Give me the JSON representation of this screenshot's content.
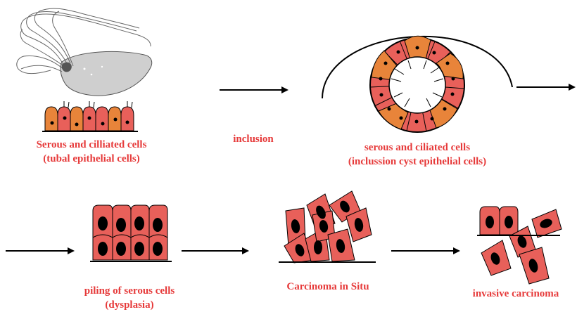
{
  "stages": [
    {
      "id": "tubal",
      "lines": [
        "Serous and cilliated cells",
        "(tubal epithelial cells)"
      ]
    },
    {
      "id": "inclusion",
      "lines": [
        "inclusion"
      ]
    },
    {
      "id": "cyst",
      "lines": [
        "serous and ciliated cells",
        "(inclussion cyst epithelial cells)"
      ]
    },
    {
      "id": "dysplasia",
      "lines": [
        "piling of serous cells",
        "(dysplasia)"
      ]
    },
    {
      "id": "cis",
      "lines": [
        "Carcinoma in Situ"
      ]
    },
    {
      "id": "invasive",
      "lines": [
        "invasive carcinoma"
      ]
    }
  ],
  "colors": {
    "label": "#e63a3a",
    "serous_cell": "#e8605a",
    "ciliated_cell": "#e8843a",
    "nucleus": "#000000",
    "tube": "#cfcfcf",
    "line": "#000000"
  },
  "icons": [
    "fallopian-tube-ovary-illustration",
    "arrow-right-icon"
  ]
}
